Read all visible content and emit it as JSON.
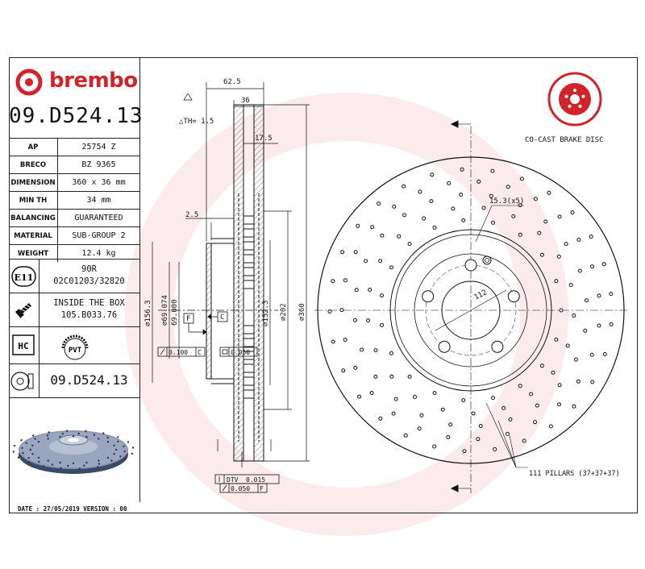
{
  "brand": {
    "name": "brembo",
    "color": "#d2232a"
  },
  "product_code": "09.D524.13",
  "specs": [
    {
      "key": "AP",
      "value": "25754 Z"
    },
    {
      "key": "BRECO",
      "value": "BZ 9365"
    },
    {
      "key": "DIMENSION",
      "value": "360 x 36 mm"
    },
    {
      "key": "MIN TH",
      "value": "34 mm"
    },
    {
      "key": "BALANCING",
      "value": "GUARANTEED"
    },
    {
      "key": "MATERIAL",
      "value": "SUB-GROUP 2"
    },
    {
      "key": "WEIGHT",
      "value": "12.4 kg"
    }
  ],
  "approval": {
    "badge": "E11",
    "line1": "90R",
    "line2": "02C01203/32820"
  },
  "inside_box": {
    "line1": "INSIDE THE BOX",
    "line2": "105.B033.76"
  },
  "hc_badge": "HC",
  "pvt_badge": "PVT",
  "footer_code": "09.D524.13",
  "date_line": "DATE : 27/05/2019 VERSION : 00",
  "cocast": {
    "label": "CO-CAST BRAKE DISC"
  },
  "section": {
    "dim_total": "62.5",
    "dim_36": "36",
    "dim_th": "△TH= 1.5",
    "dim_175": "17.5",
    "dim_25": "2.5",
    "dia_1563": "⌀156.3",
    "dia_69074": "⌀69.074",
    "dia_69000": "69.000",
    "dia_1523": "⌀152.3",
    "dia_202": "⌀202",
    "dia_360": "⌀360",
    "datum_f": "F",
    "datum_c": "C",
    "tol1_val": "0.100",
    "tol1_ref": "C",
    "tol2_val": "0.050",
    "dtv_label": "DTV",
    "dtv_val": "0.015",
    "tol3_val": "0.050",
    "tol3_ref": "F"
  },
  "front": {
    "holes": "15.3(x5)",
    "pcd": "112",
    "pillars": "111 PILLARS (37+37+37)"
  }
}
